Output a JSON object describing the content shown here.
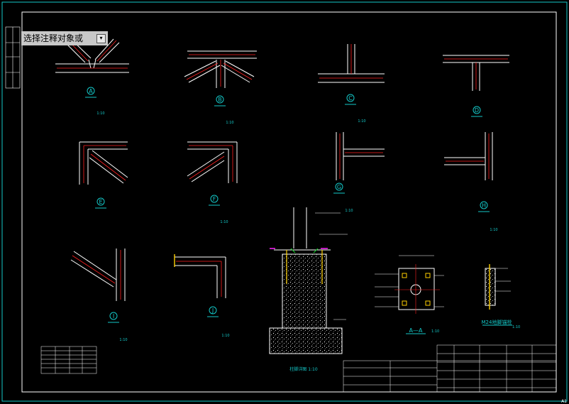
{
  "tooltip": {
    "text": "选择注释对象或"
  },
  "details": [
    {
      "id": "A",
      "label": "A",
      "scale": "1:10"
    },
    {
      "id": "B",
      "label": "B",
      "scale": "1:10"
    },
    {
      "id": "C",
      "label": "C",
      "scale": "1:10"
    },
    {
      "id": "D",
      "label": "D",
      "scale": ""
    },
    {
      "id": "E",
      "label": "E",
      "scale": ""
    },
    {
      "id": "F",
      "label": "F",
      "scale": "1:10"
    },
    {
      "id": "G",
      "label": "G",
      "scale": "1:10"
    },
    {
      "id": "H",
      "label": "H",
      "scale": "1:10"
    },
    {
      "id": "I",
      "label": "I",
      "scale": "1:10"
    },
    {
      "id": "J",
      "label": "J",
      "scale": "1:10"
    }
  ],
  "section_labels": {
    "base_detail": "柱脚详图  1:10",
    "aa_section": "A—A",
    "aa_scale": "1:10",
    "anchor_bolt": "M24地脚锚栓",
    "anchor_scale": "1:10"
  },
  "sheet_corner": "A1"
}
